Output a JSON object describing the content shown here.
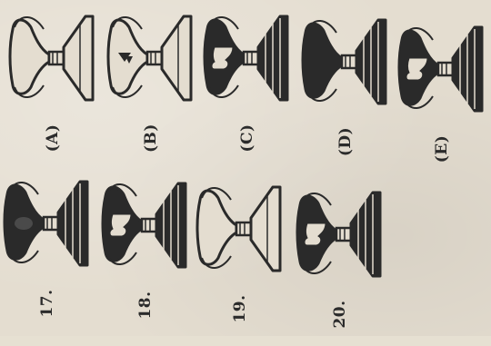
{
  "options": [
    {
      "label": "(A)",
      "variant": "outline"
    },
    {
      "label": "(B)",
      "variant": "outline-marks"
    },
    {
      "label": "(C)",
      "variant": "solid-cutout"
    },
    {
      "label": "(D)",
      "variant": "solid"
    },
    {
      "label": "(E)",
      "variant": "solid-cutout"
    }
  ],
  "questions": [
    {
      "label": "17.",
      "variant": "solid-smudge"
    },
    {
      "label": "18.",
      "variant": "solid-cutout"
    },
    {
      "label": "19.",
      "variant": "outline"
    },
    {
      "label": "20.",
      "variant": "solid-cutout"
    }
  ],
  "colors": {
    "ink": "#2a2a2a",
    "paper": "#e4ddd0"
  }
}
